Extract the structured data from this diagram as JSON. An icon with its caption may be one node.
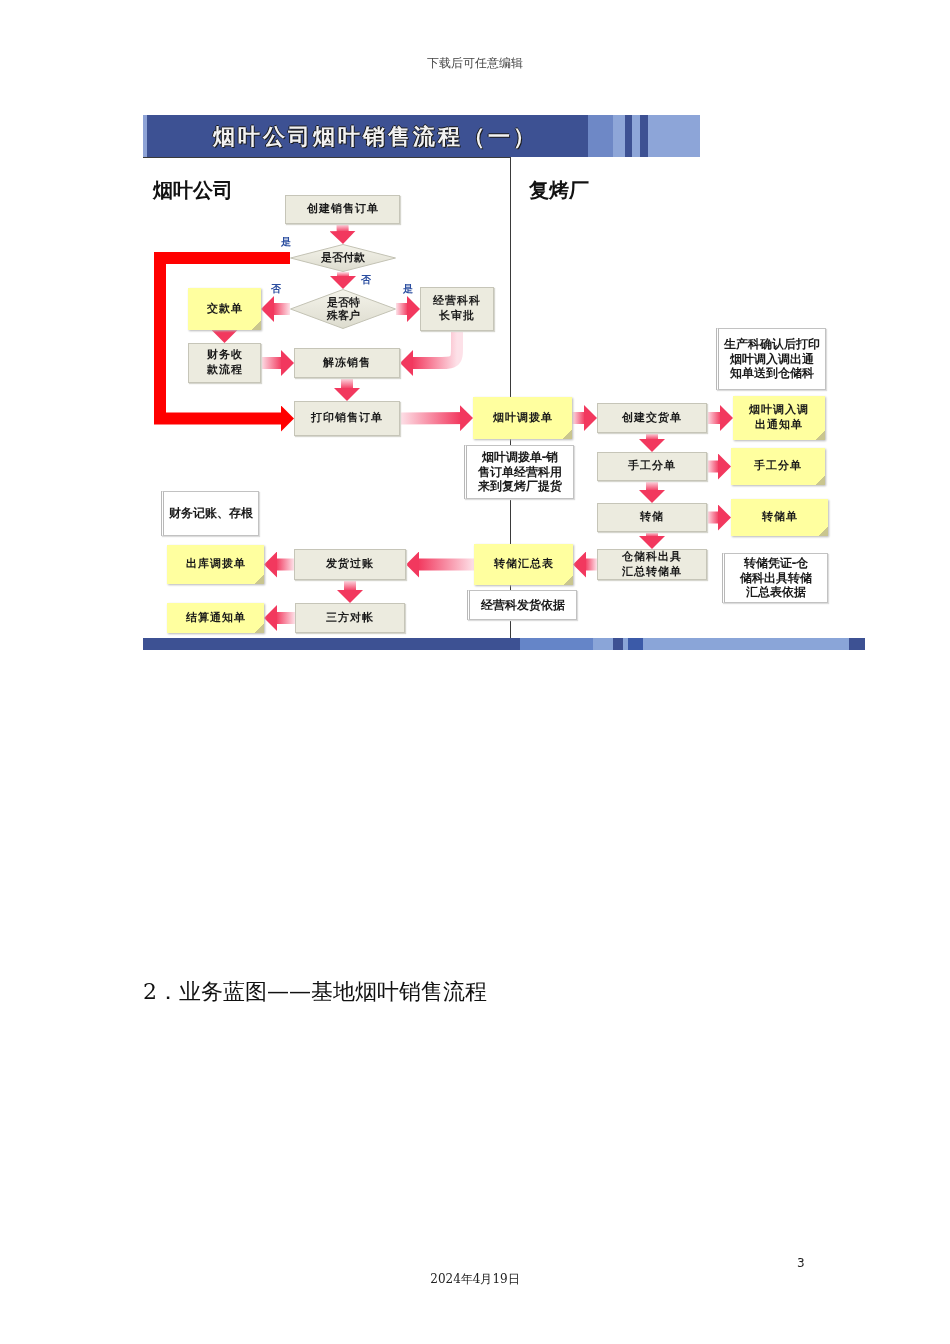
{
  "diagram": {
    "title": "烟叶公司烟叶销售流程（一）",
    "nodes": [
      {
        "text": [
          "创建销售订单"
        ]
      },
      {
        "text": [
          "是否付款"
        ]
      },
      {
        "text": [
          "交款单"
        ]
      },
      {
        "text": [
          "是否特殊客户"
        ]
      },
      {
        "text": [
          "经营科科长审批"
        ]
      },
      {
        "text": [
          "生产科确认后打印烟叶调入调出通知单送到仓储科"
        ]
      },
      {
        "text": [
          "财务收款流程"
        ]
      },
      {
        "text": [
          "解冻销售"
        ]
      },
      {
        "text": [
          "打印销售订单"
        ]
      },
      {
        "text": [
          "烟叶调拨单"
        ]
      },
      {
        "text": [
          "创建交货单"
        ]
      },
      {
        "text": [
          "烟叶调入调出通知单"
        ]
      },
      {
        "text": [
          "烟叶调拨单-销售订单经营科用来到复烤厂提货"
        ]
      },
      {
        "text": [
          "手工分单"
        ]
      },
      {
        "text": [
          "手工分单"
        ]
      },
      {
        "text": [
          "财务记账、存根"
        ]
      },
      {
        "text": [
          "转储"
        ]
      },
      {
        "text": [
          "转储单"
        ]
      },
      {
        "text": [
          "出库调拨单"
        ]
      },
      {
        "text": [
          "发货过账"
        ]
      },
      {
        "text": [
          "转储汇总表"
        ]
      },
      {
        "text": [
          "仓储科出具汇总转储单"
        ]
      },
      {
        "text": [
          "转储凭证-仓储科出具转储汇总表依据"
        ]
      },
      {
        "text": [
          "经营科发货依据"
        ]
      },
      {
        "text": [
          "结算通知单"
        ]
      },
      {
        "text": [
          "三方对帐"
        ]
      }
    ],
    "edges": [
      {
        "from": 0,
        "to": 1,
        "arrow": "to"
      },
      {
        "from": 1,
        "to": 8,
        "arrow": "to",
        "label": "是",
        "color": "#ff0000"
      },
      {
        "from": 1,
        "to": 3,
        "arrow": "to",
        "label": "否"
      },
      {
        "from": 3,
        "to": 2,
        "arrow": "to",
        "label": "否"
      },
      {
        "from": 3,
        "to": 4,
        "arrow": "to",
        "label": "是"
      },
      {
        "from": 2,
        "to": 6,
        "arrow": "to"
      },
      {
        "from": 4,
        "to": 7,
        "arrow": "to"
      },
      {
        "from": 6,
        "to": 7,
        "arrow": "to"
      },
      {
        "from": 7,
        "to": 8,
        "arrow": "to"
      },
      {
        "from": 8,
        "to": 9,
        "arrow": "to"
      },
      {
        "from": 9,
        "to": 10,
        "arrow": "to"
      },
      {
        "from": 10,
        "to": 11,
        "arrow": "to"
      },
      {
        "from": 10,
        "to": 13,
        "arrow": "to"
      },
      {
        "from": 13,
        "to": 14,
        "arrow": "to"
      },
      {
        "from": 13,
        "to": 16,
        "arrow": "to"
      },
      {
        "from": 16,
        "to": 17,
        "arrow": "to"
      },
      {
        "from": 16,
        "to": 21,
        "arrow": "to"
      },
      {
        "from": 21,
        "to": 20,
        "arrow": "to"
      },
      {
        "from": 20,
        "to": 19,
        "arrow": "to"
      },
      {
        "from": 19,
        "to": 18,
        "arrow": "to"
      },
      {
        "from": 19,
        "to": 25,
        "arrow": "to"
      },
      {
        "from": 25,
        "to": 24,
        "arrow": "to"
      }
    ],
    "labels": [
      "下载后可任意编辑",
      "烟叶公司",
      "复烤厂",
      "2．业务蓝图——基地烟叶销售流程",
      "3",
      "2024年4月19日"
    ]
  }
}
